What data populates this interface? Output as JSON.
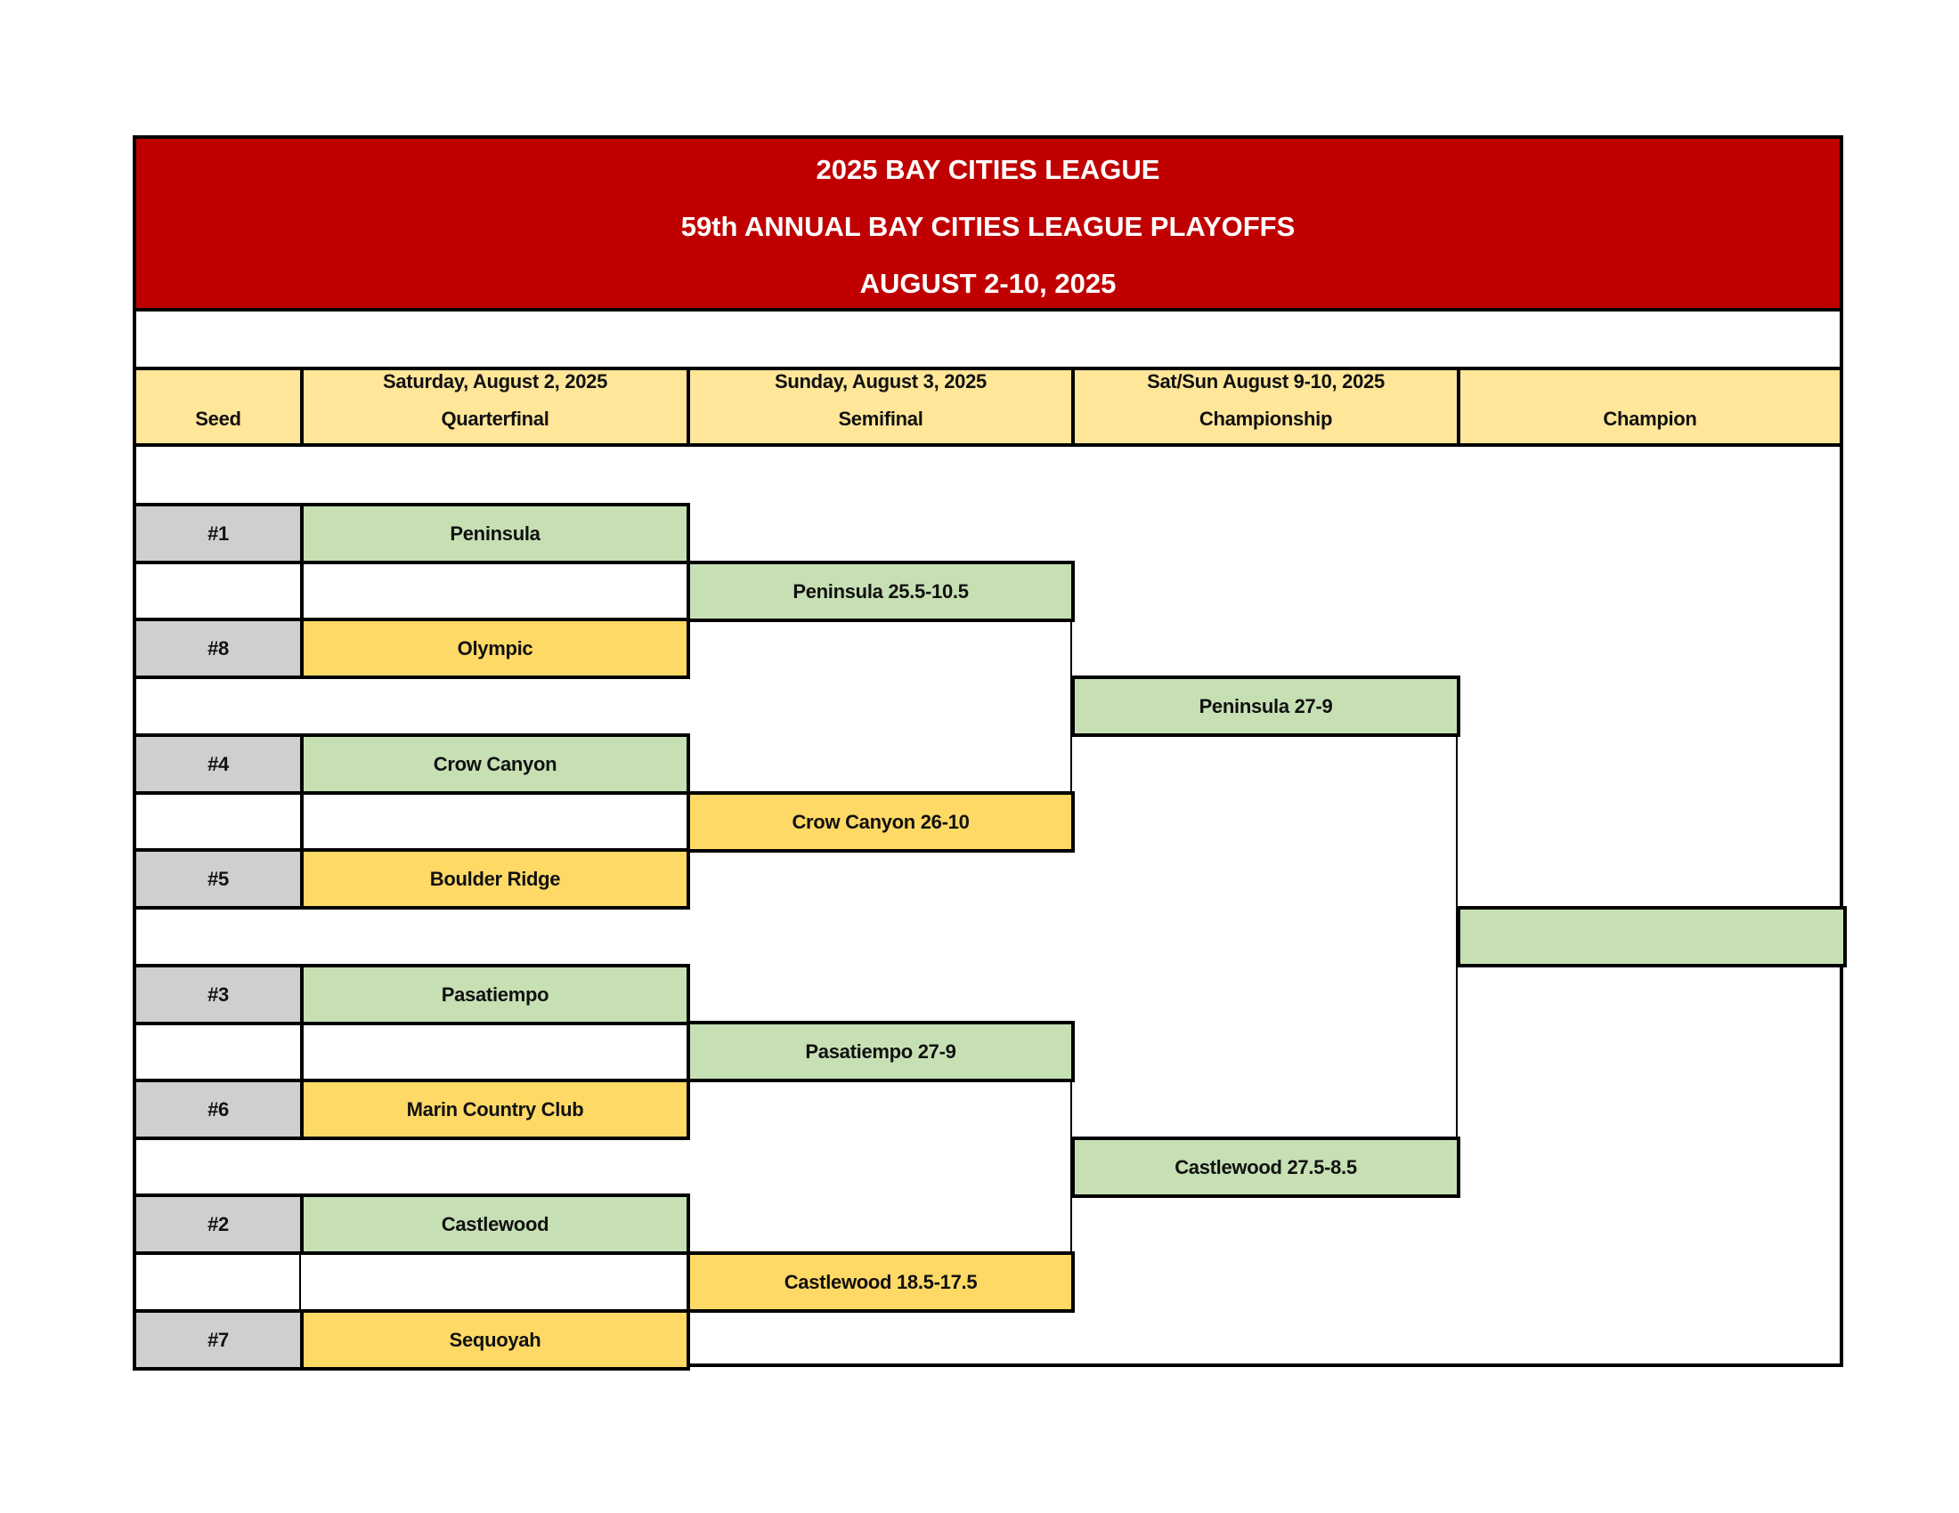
{
  "title": {
    "line1": "2025 BAY CITIES LEAGUE",
    "line2": "59th ANNUAL BAY CITIES LEAGUE PLAYOFFS",
    "line3": "AUGUST 2-10, 2025"
  },
  "headers": {
    "seed": "Seed",
    "quarterfinal_date": "Saturday, August 2, 2025",
    "quarterfinal": "Quarterfinal",
    "semifinal_date": "Sunday, August 3, 2025",
    "semifinal": "Semifinal",
    "championship_date": "Sat/Sun August 9-10, 2025",
    "championship": "Championship",
    "champion": "Champion"
  },
  "quarterfinals": [
    {
      "seed": "#1",
      "team": "Peninsula"
    },
    {
      "seed": "#8",
      "team": "Olympic"
    },
    {
      "seed": "#4",
      "team": "Crow Canyon"
    },
    {
      "seed": "#5",
      "team": "Boulder Ridge"
    },
    {
      "seed": "#3",
      "team": "Pasatiempo"
    },
    {
      "seed": "#6",
      "team": "Marin Country Club"
    },
    {
      "seed": "#2",
      "team": "Castlewood"
    },
    {
      "seed": "#7",
      "team": "Sequoyah"
    }
  ],
  "semifinals": [
    "Peninsula 25.5-10.5",
    "Crow Canyon 26-10",
    "Pasatiempo 27-9",
    "Castlewood 18.5-17.5"
  ],
  "championship": [
    "Peninsula 27-9",
    "Castlewood 27.5-8.5"
  ],
  "champion": "",
  "colors": {
    "title": "#C00000",
    "header": "#FFE699",
    "winner": "#C6E0B4",
    "loser": "#FFD966",
    "seed": "#D0CECE"
  }
}
